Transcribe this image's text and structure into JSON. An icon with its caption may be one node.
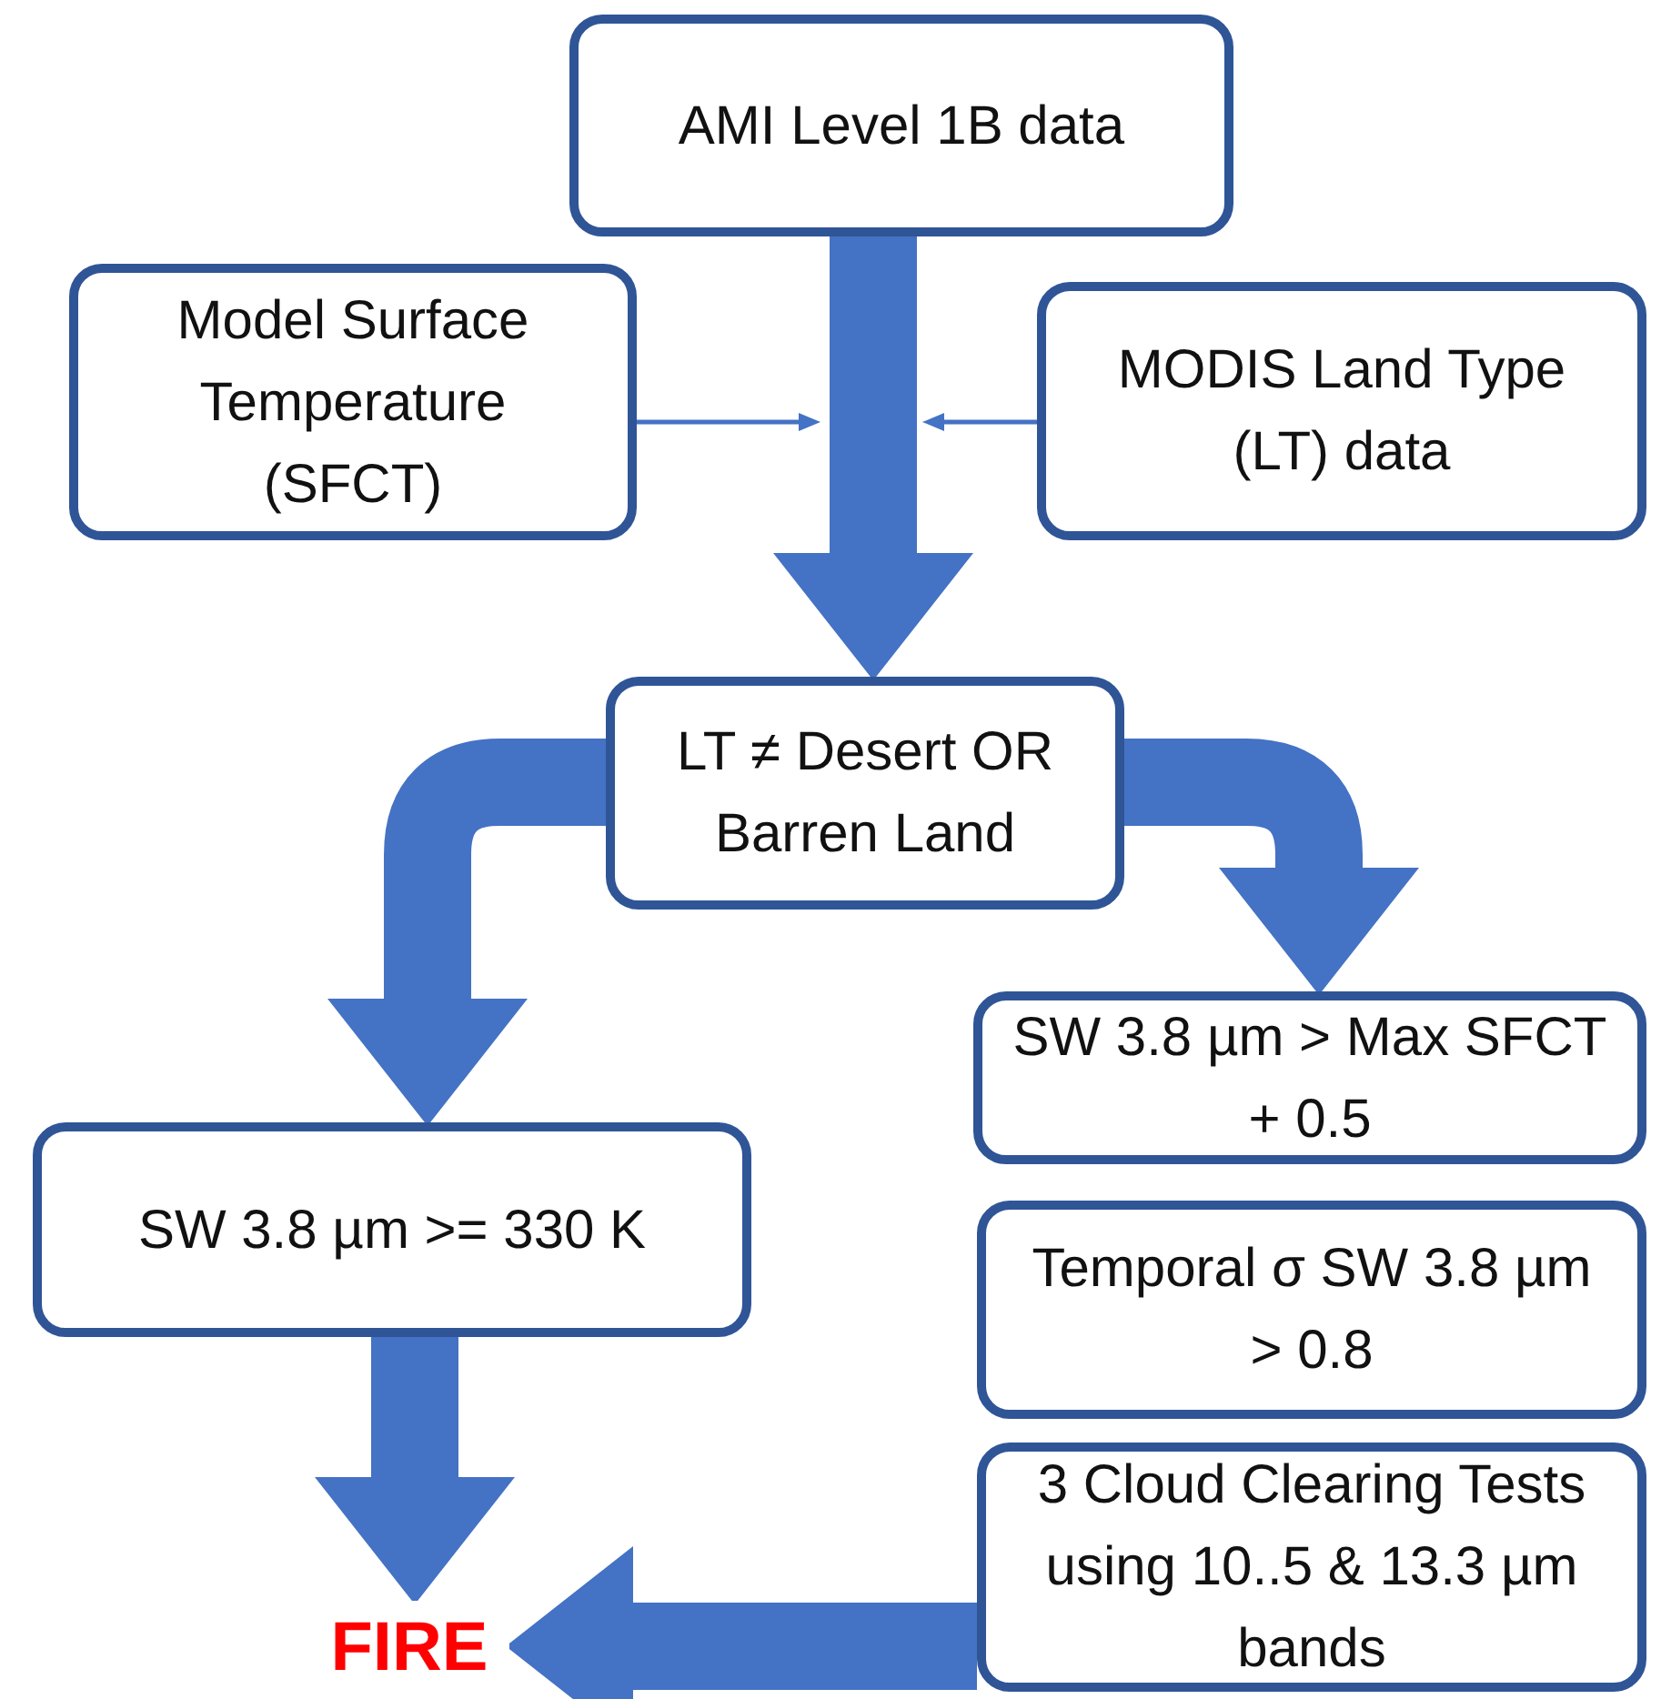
{
  "diagram": {
    "nodes": [
      {
        "text": [
          "AMI Level 1B data"
        ]
      },
      {
        "text": [
          "Model Surface Temperature (SFCT)"
        ]
      },
      {
        "text": [
          "MODIS Land Type (LT) data"
        ]
      },
      {
        "text": [
          "LT ≠ Desert OR Barren Land"
        ]
      },
      {
        "text": [
          "SW 3.8 µm > Max SFCT + 0.5"
        ]
      },
      {
        "text": [
          "SW 3.8 µm >= 330 K"
        ]
      },
      {
        "text": [
          "Temporal σ SW 3.8 µm > 0.8"
        ]
      },
      {
        "text": [
          "3 Cloud Clearing Tests using 10..5 & 13.3 µm bands"
        ]
      },
      {
        "text": [
          "FIRE"
        ]
      }
    ],
    "edges": [
      {
        "from": 0,
        "to": 3,
        "arrow": "to"
      },
      {
        "from": 1,
        "to": null,
        "arrow": "to"
      },
      {
        "from": 2,
        "to": null,
        "arrow": "to"
      },
      {
        "from": 3,
        "to": 5,
        "arrow": "to"
      },
      {
        "from": 3,
        "to": 4,
        "arrow": "to"
      },
      {
        "from": 5,
        "to": 8,
        "arrow": "to"
      },
      {
        "from": 7,
        "to": 8,
        "arrow": "to"
      }
    ]
  }
}
